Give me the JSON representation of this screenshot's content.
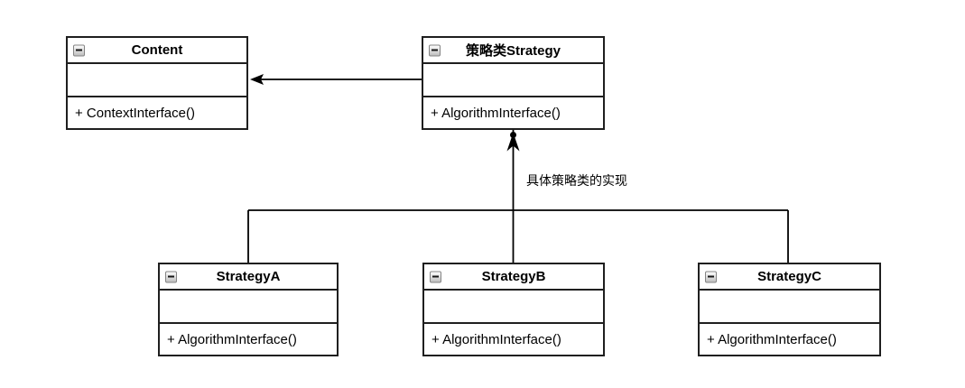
{
  "colors": {
    "line": "#1f1f1f",
    "background": "#ffffff",
    "text": "#000000"
  },
  "note": {
    "text": "具体策略类的实现"
  },
  "classes": {
    "content": {
      "title": "Content",
      "attributes": "",
      "method": "+ ContextInterface()"
    },
    "strategy": {
      "title": "策略类Strategy",
      "attributes": "",
      "method": "+ AlgorithmInterface()"
    },
    "strategy_a": {
      "title": "StrategyA",
      "attributes": "",
      "method": "+ AlgorithmInterface()"
    },
    "strategy_b": {
      "title": "StrategyB",
      "attributes": "",
      "method": "+ AlgorithmInterface()"
    },
    "strategy_c": {
      "title": "StrategyC",
      "attributes": "",
      "method": "+ AlgorithmInterface()"
    }
  }
}
